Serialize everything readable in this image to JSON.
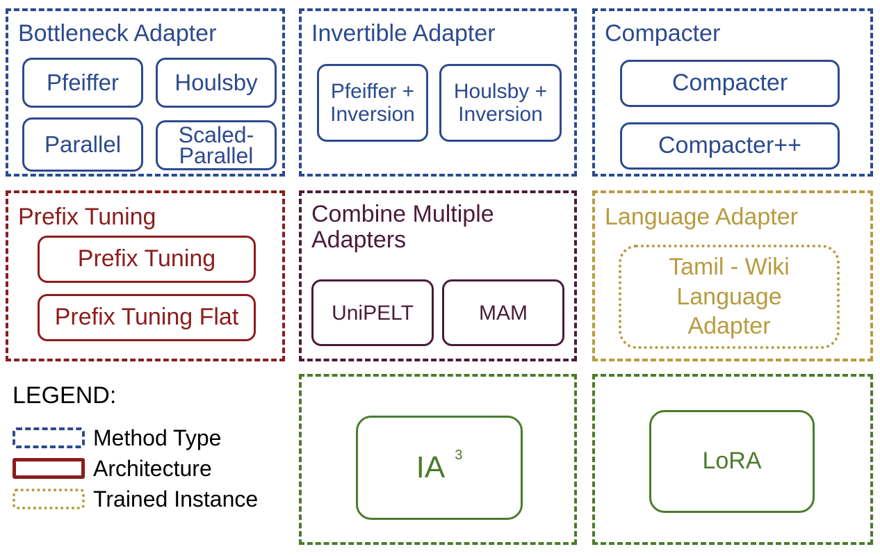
{
  "groups": {
    "bottleneck": {
      "title": "Bottleneck Adapter",
      "items": [
        "Pfeiffer",
        "Houlsby",
        "Parallel",
        "Scaled-\nParallel"
      ]
    },
    "invertible": {
      "title": "Invertible Adapter",
      "items": [
        "Pfeiffer +\nInversion",
        "Houlsby +\nInversion"
      ]
    },
    "compacter": {
      "title": "Compacter",
      "items": [
        "Compacter",
        "Compacter++"
      ]
    },
    "prefix": {
      "title": "Prefix Tuning",
      "items": [
        "Prefix Tuning",
        "Prefix Tuning Flat"
      ]
    },
    "combine": {
      "title": "Combine Multiple\nAdapters",
      "items": [
        "UniPELT",
        "MAM"
      ]
    },
    "language": {
      "title": "Language Adapter",
      "items": [
        "Tamil - Wiki\nLanguage\nAdapter"
      ]
    },
    "ia3": {
      "label": "IA",
      "superscript": "3"
    },
    "lora": {
      "label": "LoRA"
    }
  },
  "legend": {
    "title": "LEGEND:",
    "items": [
      {
        "label": "Method Type",
        "style": "dashed"
      },
      {
        "label": "Architecture",
        "style": "solid"
      },
      {
        "label": "Trained Instance",
        "style": "dotted"
      }
    ]
  },
  "colors": {
    "bottleneck": "#2c4a8e",
    "prefix": "#8c1c1c",
    "combine": "#4b1b38",
    "language": "#b89b3f",
    "ia3_lora": "#4a7c2a"
  }
}
